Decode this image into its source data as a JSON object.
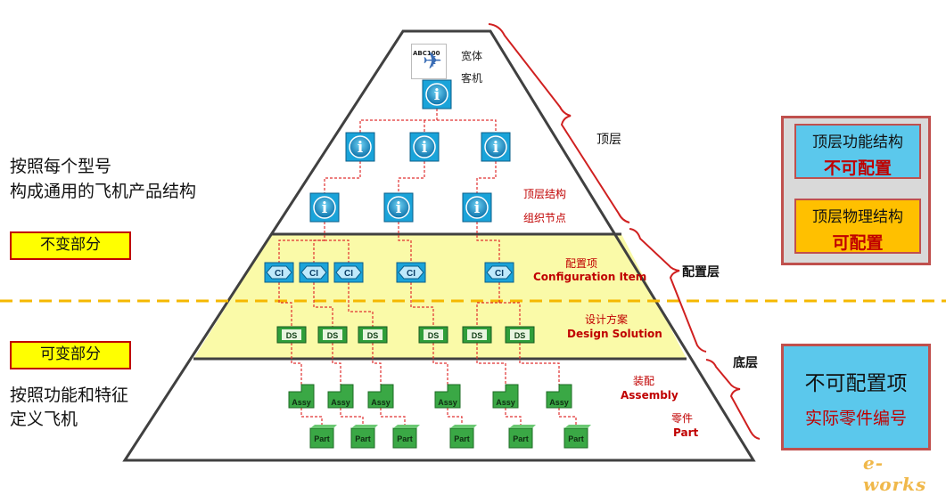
{
  "left": {
    "line1": "按照每个型号",
    "line2": "构成通用的飞机产品结构",
    "invariant": "不变部分",
    "variable": "可变部分",
    "line3": "按照功能和特征",
    "line4": "定义飞机"
  },
  "top_node": {
    "logo_text": "ABC100",
    "label1": "宽体",
    "label2": "客机"
  },
  "node_labels": {
    "info": "i",
    "ci": "CI",
    "ds": "DS",
    "assy": "Assy",
    "part": "Part"
  },
  "annotations": {
    "top_struct1": "顶层结构",
    "top_struct2": "组织节点",
    "config_item_cn": "配置项",
    "config_item_en": "Configuration Item",
    "design_cn": "设计方案",
    "design_en": "Design Solution",
    "assembly_cn": "装配",
    "assembly_en": "Assembly",
    "part_cn": "零件",
    "part_en": "Part"
  },
  "layers": {
    "top": "顶层",
    "config": "配置层",
    "bottom": "底层"
  },
  "right_top": {
    "box1_title": "顶层功能结构",
    "box1_status": "不可配置",
    "box2_title": "顶层物理结构",
    "box2_status": "可配置"
  },
  "right_bottom": {
    "line1": "不可配置项",
    "line2": "实际零件编号"
  },
  "watermark": "e-works",
  "colors": {
    "band_yellow": "#fafaa8",
    "connector_red": "#e03030",
    "dash_orange": "#f5b800",
    "node_blue": "#1aa3d9",
    "node_green": "#2f9e3a",
    "accent_red": "#c00000"
  }
}
